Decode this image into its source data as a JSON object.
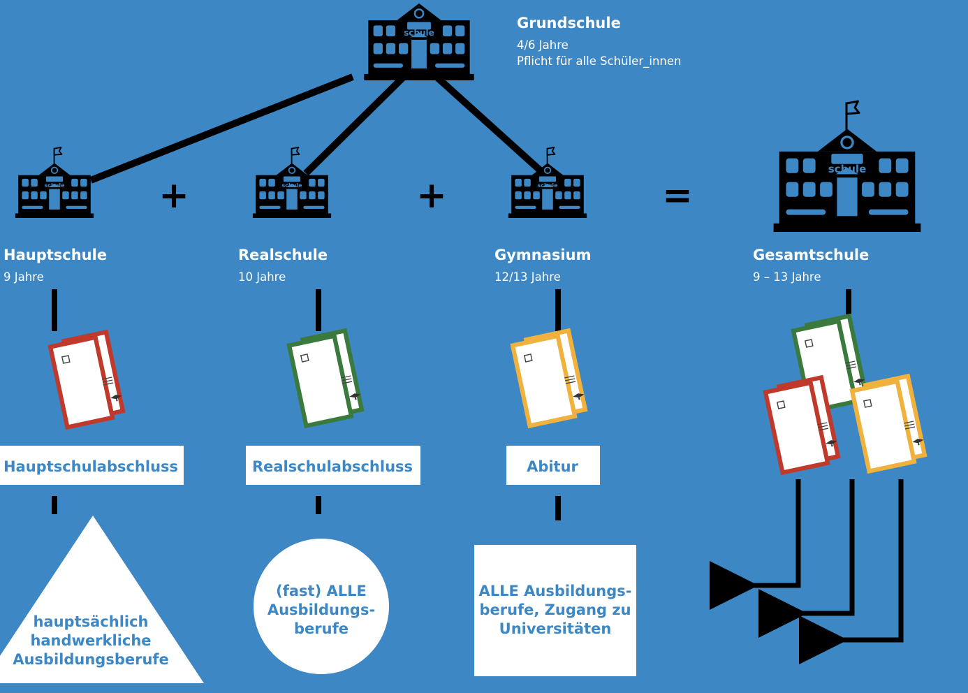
{
  "top": {
    "title": "Grundschule",
    "line1": "4/6 Jahre",
    "line2": "Pflicht für alle Schüler_innen"
  },
  "school_sign": "schule",
  "schools": [
    {
      "title": "Hauptschule",
      "years": "9 Jahre",
      "diploma": "Hauptschulabschluss",
      "outcome": [
        "hauptsächlich",
        "handwerkliche",
        "Ausbildungsberufe"
      ],
      "doc_color": "#c0392b"
    },
    {
      "title": "Realschule",
      "years": "10 Jahre",
      "diploma": "Realschulabschluss",
      "outcome": [
        "(fast) ALLE",
        "Ausbildungs-",
        "berufe"
      ],
      "doc_color": "#3a7a3c"
    },
    {
      "title": "Gymnasium",
      "years": "12/13 Jahre",
      "diploma": "Abitur",
      "outcome": [
        "ALLE Ausbildungs-",
        "berufe, Zugang zu",
        "Universitäten"
      ],
      "doc_color": "#f0b23c"
    },
    {
      "title": "Gesamtschule",
      "years": "9 – 13 Jahre"
    }
  ],
  "operators": {
    "plus": "+",
    "equals": "="
  },
  "colors": {
    "background": "#3c87c4",
    "red": "#c0392b",
    "green": "#3a7a3c",
    "yellow": "#f0b23c"
  }
}
